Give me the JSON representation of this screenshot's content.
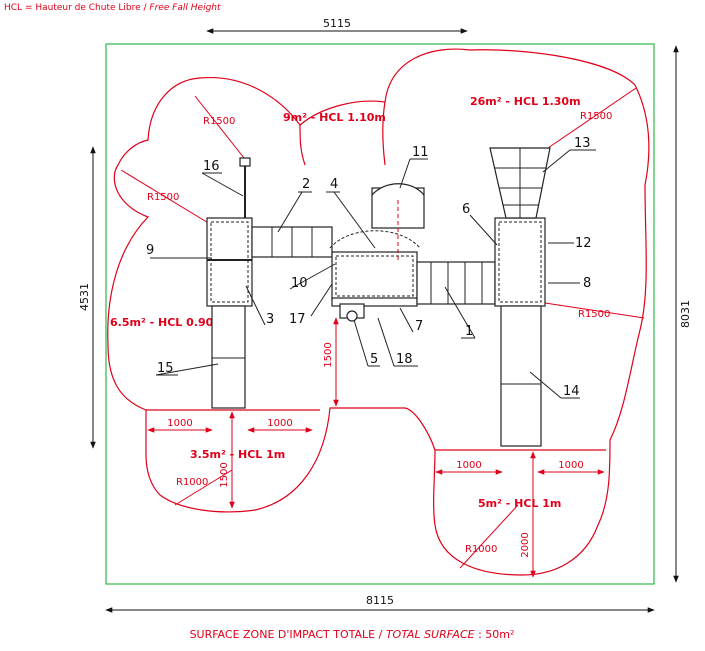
{
  "legend": {
    "abbr": "HCL = Hauteur de Chute Libre / ",
    "abbr_en": "Free Fall Height"
  },
  "dimensions": {
    "top_width": "5115",
    "bottom_width": "8115",
    "left_height": "4531",
    "right_height": "8031",
    "d1500_center": "1500",
    "d1500_left_small": "1500",
    "d1000_a": "1000",
    "d1000_b": "1000",
    "d1000_c": "1000",
    "d1000_d": "1000",
    "d2000": "2000",
    "r1500_a": "R1500",
    "r1500_b": "R1500",
    "r1500_c": "R1500",
    "r1500_d": "R1500",
    "r1000_a": "R1000",
    "r1000_b": "R1000"
  },
  "zones": {
    "z1": "9m² - HCL 1.10m",
    "z2": "26m² - HCL 1.30m",
    "z3": "6.5m² - HCL 0.90m",
    "z4": "3.5m² - HCL 1m",
    "z5": "5m² - HCL 1m"
  },
  "parts": [
    "1",
    "2",
    "3",
    "4",
    "5",
    "6",
    "7",
    "8",
    "9",
    "10",
    "11",
    "12",
    "13",
    "14",
    "15",
    "16",
    "17",
    "18"
  ],
  "footer": {
    "fr": "SURFACE ZONE D'IMPACT TOTALE / ",
    "en": "TOTAL SURFACE",
    "value": " : 50m²"
  },
  "colors": {
    "zone": "#e0001a",
    "border": "#2db84a",
    "ink": "#111111"
  }
}
